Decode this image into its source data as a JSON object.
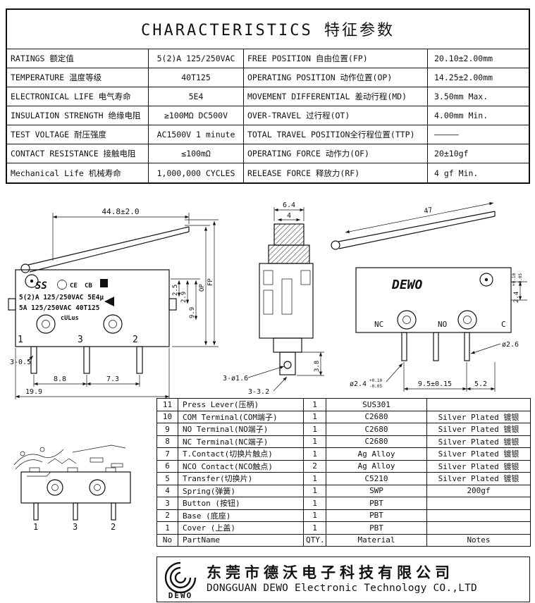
{
  "title": "CHARACTERISTICS 特征参数",
  "characteristics": [
    {
      "l1": "RATINGS 额定值",
      "v1": "5(2)A 125/250VAC",
      "l2": "FREE POSITION 自由位置(FP)",
      "v2": "20.10±2.00mm"
    },
    {
      "l1": "TEMPERATURE 温度等级",
      "v1": "40T125",
      "l2": "OPERATING POSITION 动作位置(OP)",
      "v2": "14.25±2.00mm"
    },
    {
      "l1": "ELECTRONICAL LIFE 电气寿命",
      "v1": "5E4",
      "l2": "MOVEMENT DIFFERENTIAL 差动行程(MD)",
      "v2": "3.50mm Max."
    },
    {
      "l1": "INSULATION STRENGTH 绝缘电阻",
      "v1": "≥100MΩ DC500V",
      "l2": "OVER-TRAVEL 过行程(OT)",
      "v2": "4.00mm Min."
    },
    {
      "l1": "TEST VOLTAGE 耐压强度",
      "v1": "AC1500V 1 minute",
      "l2": "TOTAL TRAVEL POSITION全行程位置(TTP)",
      "v2": "—————"
    },
    {
      "l1": "CONTACT RESISTANCE 接触电阻",
      "v1": "≤100mΩ",
      "l2": "OPERATING FORCE 动作力(OF)",
      "v2": "20±10gf"
    },
    {
      "l1": "Mechanical Life 机械寿命",
      "v1": "1,000,000 CYCLES",
      "l2": "RELEASE FORCE 释放力(RF)",
      "v2": "4 gf Min."
    }
  ],
  "drawings": {
    "left": {
      "dim_lever": "44.8±2.0",
      "brand": "SS",
      "ce": "CE",
      "cb": "CB",
      "rating1": "5(2)A 125/250VAC 5E4μ",
      "rating2": "5A 125/250VAC 40T125",
      "ul": "cULus",
      "pin1": "1",
      "pin3": "3",
      "pin2": "2",
      "dim_pin": "3-0.5",
      "dim_88": "8.8",
      "dim_73": "7.3",
      "dim_199": "19.9",
      "dim_25": "2.5",
      "dim_29": "2.9",
      "dim_99": "9.9",
      "op": "OP",
      "fp": "FP"
    },
    "middle": {
      "dim_64": "6.4",
      "dim_4": "4",
      "dim_38": "3.8",
      "dim_holes": "3-ø1.6",
      "dim_332": "3-3.2"
    },
    "right": {
      "dim_47": "47",
      "brand": "DEWO",
      "nc": "NC",
      "no": "NO",
      "c": "C",
      "dim_24": "2.4",
      "tol_plus": "+0.10",
      "tol_minus": "-0.05",
      "dim_d26": "ø2.6",
      "dim_d24": "ø2.4",
      "dim_95": "9.5±0.15",
      "dim_52": "5.2"
    },
    "exploded": {
      "pin1": "1",
      "pin3": "3",
      "pin2": "2"
    }
  },
  "bom": {
    "header": {
      "no": "No",
      "name": "PartName",
      "qty": "QTY.",
      "material": "Material",
      "notes": "Notes"
    },
    "rows": [
      {
        "no": "11",
        "name": "Press Lever(压柄)",
        "qty": "1",
        "material": "SUS301",
        "notes": ""
      },
      {
        "no": "10",
        "name": "COM Terminal(COM端子)",
        "qty": "1",
        "material": "C2680",
        "notes": "Silver Plated 镀银"
      },
      {
        "no": "9",
        "name": "NO Terminal(NO端子)",
        "qty": "1",
        "material": "C2680",
        "notes": "Silver Plated 镀银"
      },
      {
        "no": "8",
        "name": "NC Terminal(NC端子)",
        "qty": "1",
        "material": "C2680",
        "notes": "Silver Plated 镀银"
      },
      {
        "no": "7",
        "name": "T.Contact(切换片触点)",
        "qty": "1",
        "material": "Ag Alloy",
        "notes": "Silver Plated 镀银"
      },
      {
        "no": "6",
        "name": "NCO Contact(NCO触点)",
        "qty": "2",
        "material": "Ag Alloy",
        "notes": "Silver Plated 镀银"
      },
      {
        "no": "5",
        "name": "Transfer(切换片)",
        "qty": "1",
        "material": "C5210",
        "notes": "Silver Plated 镀银"
      },
      {
        "no": "4",
        "name": "Spring(弹簧)",
        "qty": "1",
        "material": "SWP",
        "notes": "200gf"
      },
      {
        "no": "3",
        "name": "Button (按钮)",
        "qty": "1",
        "material": "PBT",
        "notes": ""
      },
      {
        "no": "2",
        "name": "Base (底座)",
        "qty": "1",
        "material": "PBT",
        "notes": ""
      },
      {
        "no": "1",
        "name": "Cover (上盖)",
        "qty": "1",
        "material": "PBT",
        "notes": ""
      }
    ]
  },
  "footer": {
    "logo_text": "DEWO",
    "company_cn": "东莞市德沃电子科技有限公司",
    "company_en": "DONGGUAN DEWO Electronic Technology CO.,LTD"
  },
  "colors": {
    "ink": "#111111",
    "logo_red": "#cc2222"
  }
}
